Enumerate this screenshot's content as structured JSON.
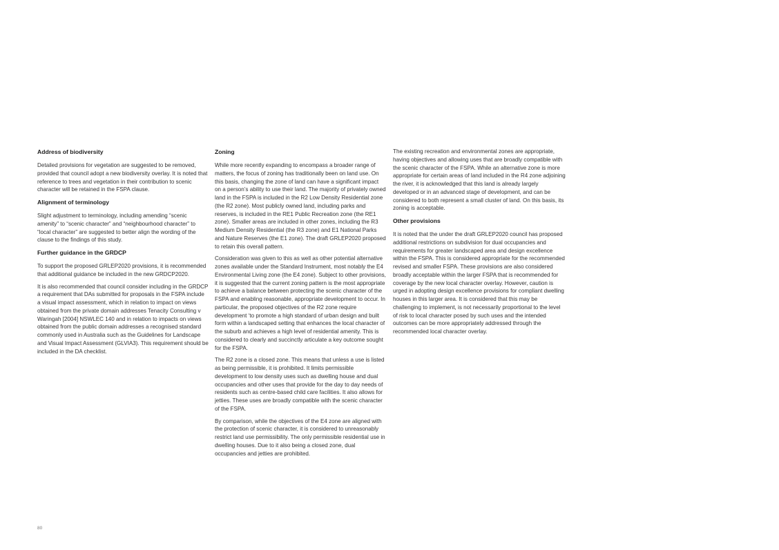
{
  "page_number": "80",
  "col1": {
    "h1": "Address of biodiversity",
    "p1": "Detailed provisions for vegetation are suggested to be removed, provided that council adopt a new biodiversity overlay. It is noted that reference to trees and vegetation in their contribution to scenic character will be retained in the FSPA clause.",
    "h2": "Alignment of terminology",
    "p2": "Slight adjustment to terminology, including amending “scenic amenity” to “scenic character” and “neighbourhood character” to “local character” are suggested to better align the wording of the clause to the findings of this study.",
    "h3": "Further guidance in the GRDCP",
    "p3": "To support the proposed GRLEP2020 provisions, it is recommended that additional guidance be included in the new GRDCP2020.",
    "p4": "It is also recommended that council consider including in the GRDCP a requirement that DAs submitted for proposals in the FSPA include a visual impact assessment, which in relation to impact on views obtained from the private domain addresses Tenacity Consulting v Waringah [2004] NSWLEC 140 and in relation to impacts on views obtained from the public domain addresses a recognised standard commonly used in Australia such as the Guidelines for Landscape and Visual Impact Assessment (GLVIA3). This requirement should be included in the DA checklist."
  },
  "col2": {
    "h1": "Zoning",
    "p1": "While more recently expanding to encompass a broader range of matters, the focus of zoning has traditionally been on land use. On this basis, changing the zone of land can have a significant impact on a person’s ability to use their land. The majority of privately owned land in the FSPA is included in the R2 Low Density Residential zone (the R2 zone). Most publicly owned land, including parks and reserves, is included in the RE1 Public Recreation zone (the RE1 zone). Smaller areas are included in other zones, including the R3 Medium Density Residential (the R3 zone) and E1 National Parks and Nature Reserves (the E1 zone). The draft GRLEP2020 proposed to retain this overall pattern.",
    "p2": "Consideration was given to this as well as other potential alternative zones available under the Standard Instrument, most notably the E4 Environmental Living zone (the E4 zone). Subject to other provisions, it is suggested that the current zoning pattern is the most appropriate to achieve a balance between protecting the scenic character of the FSPA and enabling reasonable, appropriate development to occur. In particular, the proposed objectives of the R2 zone require development ‘to promote a high standard of urban design and built form within a landscaped setting that enhances the local character of the suburb and achieves a high level of residential amenity. This is considered to clearly and succinctly articulate a key outcome sought for the FSPA.",
    "p3": "The R2 zone is a closed zone. This means that unless a use is listed as being permissible, it is prohibited. It limits permissible development to low density uses such as dwelling house and dual occupancies and other uses that provide for the day to day needs of residents such as centre-based child care facilities. It also allows for jetties. These uses are broadly compatible with the scenic character of the FSPA.",
    "p4": "By comparison, while the objectives of the E4 zone are aligned with the protection of scenic character, it is considered to unreasonably restrict land use permissibility. The only permissible residential use in dwelling houses. Due to it also being a closed zone, dual occupancies and jetties are prohibited."
  },
  "col3": {
    "p1": "The existing recreation and environmental zones are appropriate, having objectives and allowing uses that are broadly compatible with the scenic character of the FSPA. While an alternative zone is more appropriate for certain areas of land included in the R4 zone adjoining the river, it is acknowledged that this land is already largely developed or in an advanced stage of development, and can be considered to both represent a small cluster of land. On this basis, its zoning is acceptable.",
    "h1": "Other provisions",
    "p2": "It is noted that the under the draft GRLEP2020 council has proposed additional restrictions on subdivision for dual occupancies and requirements for greater landscaped area and design excellence within the FSPA. This is considered appropriate for the recommended revised and smaller FSPA. These provisions are also considered broadly acceptable within the larger FSPA that is recommended for coverage by the new local character overlay. However, caution is urged in adopting design excellence provisions for compliant dwelling houses in this larger area. It is considered that this may be challenging to implement, is not necessarily proportional to the level of risk to local character posed by such uses and the intended outcomes can be more appropriately addressed through the recommended local character overlay."
  }
}
